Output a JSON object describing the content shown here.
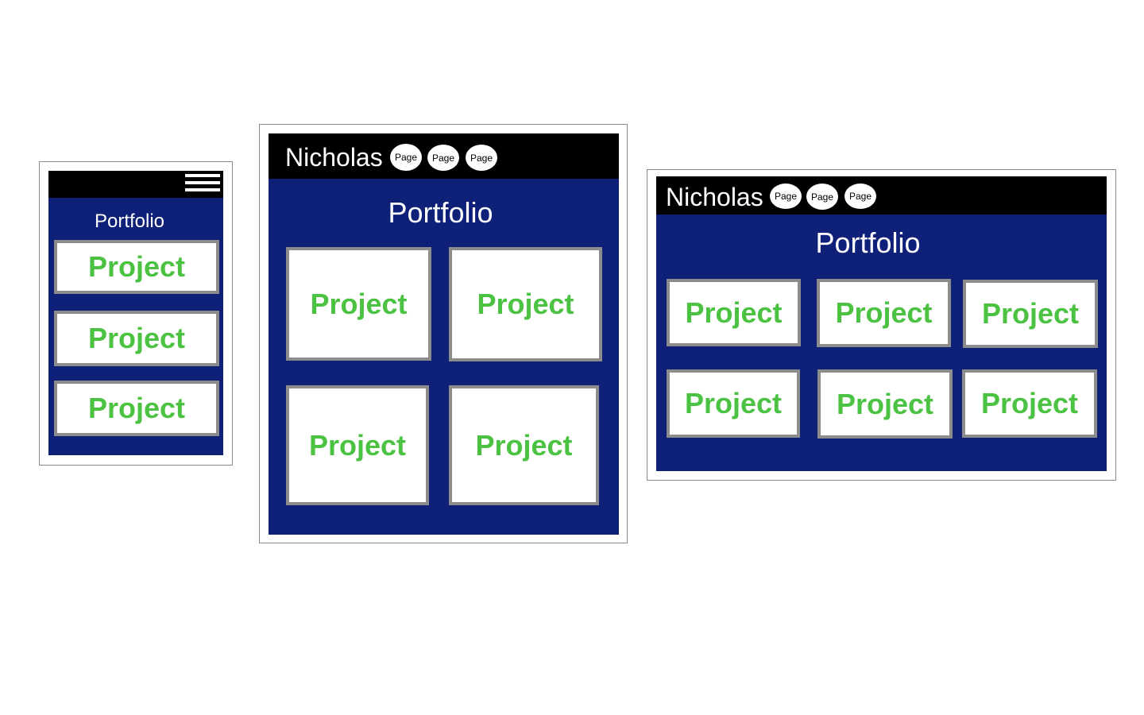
{
  "colors": {
    "navy": "#0e2078",
    "bar": "#000000",
    "card_border": "#8c8c8c",
    "project_text": "#4cc243",
    "white": "#ffffff"
  },
  "mobile": {
    "menu_icon": "hamburger-icon",
    "heading": "Portfolio",
    "projects": [
      "Project",
      "Project",
      "Project"
    ]
  },
  "tablet": {
    "brand": "Nicholas",
    "pages": [
      "Page",
      "Page",
      "Page"
    ],
    "heading": "Portfolio",
    "projects": [
      "Project",
      "Project",
      "Project",
      "Project"
    ]
  },
  "desktop": {
    "brand": "Nicholas",
    "pages": [
      "Page",
      "Page",
      "Page"
    ],
    "heading": "Portfolio",
    "projects": [
      "Project",
      "Project",
      "Project",
      "Project",
      "Project",
      "Project"
    ]
  }
}
